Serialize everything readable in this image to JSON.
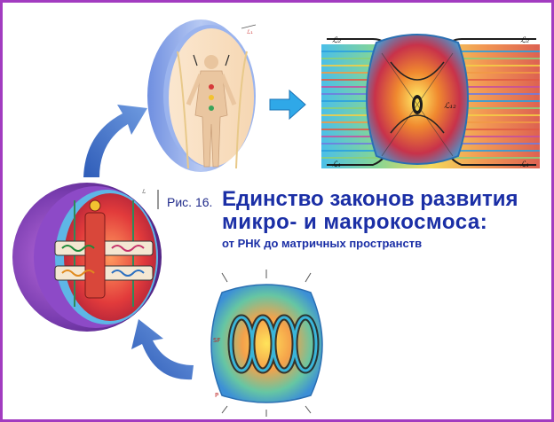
{
  "caption": {
    "figure_label": "Рис. 16.",
    "title_line1": "Единство законов развития",
    "title_line2": "микро-   и   макрокосмоса:",
    "subtitle": "от РНК до матричных  пространств"
  },
  "right_panel_labels": {
    "top_left": "ℒ₂",
    "top_right": "ℒ₂",
    "middle": "ℒ₁₂",
    "bottom_left": "ℒ₁",
    "bottom_right": "ℒ₁"
  },
  "colors": {
    "frame": "#a23cc0",
    "caption_text": "#1b2fa6",
    "arrow_blue": "#3a6fc4",
    "arrow_cyan": "#2fa8e8"
  }
}
